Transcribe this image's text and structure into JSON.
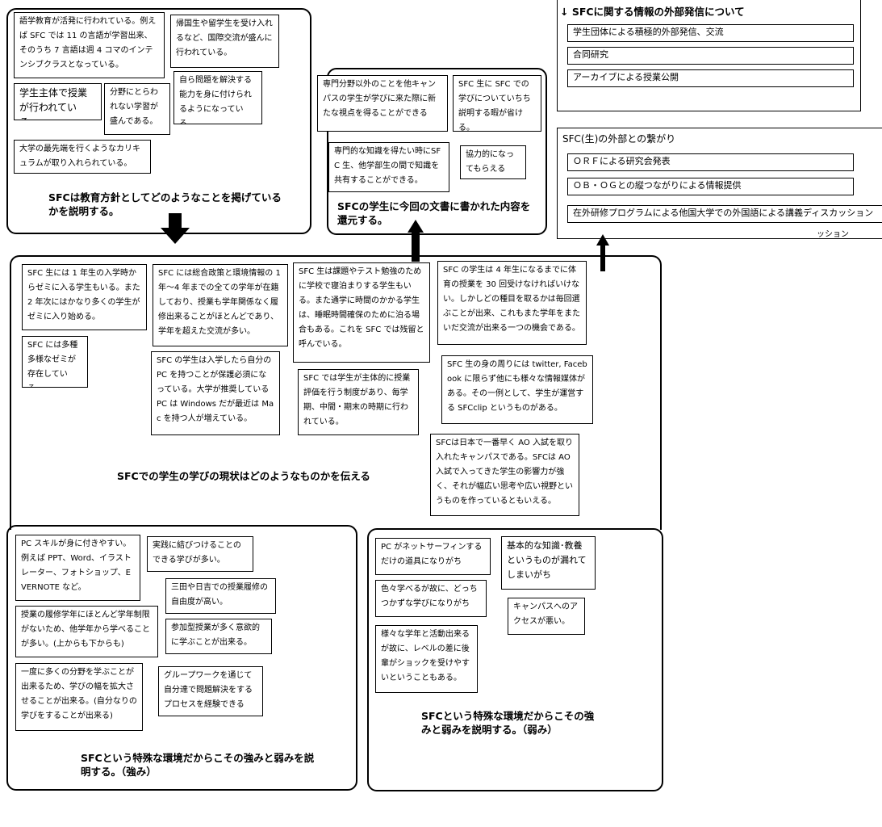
{
  "top_left": {
    "notes": [
      "語学教育が活発に行われている。例えば SFC では 11 の言語が学習出来、そのうち 7 言語は週 4 コマのインテンシブクラスとなっている。",
      "帰国生や留学生を受け入れるなど、国際交流が盛んに行われている。",
      "学生主体で授業が行われている。",
      "分野にとらわれない学習が盛んである。",
      "自ら問題を解決する能力を身に付けられるようになっている。",
      "大学の最先端を行くようなカリキュラムが取り入れられている。"
    ],
    "caption": "SFCは教育方針としてどのようなことを掲げているかを説明する。"
  },
  "top_mid": {
    "notes": [
      "専門分野以外のことを他キャンパスの学生が学びに来た際に新たな視点を得ることができる",
      "SFC 生に SFC での学びについていちち説明する暇が省ける。",
      "専門的な知識を得たい時にSFC 生、他学部生の間で知識を共有することができる。",
      "協力的になってもらえる"
    ],
    "caption": "SFCの学生に今回の文書に書かれた内容を還元する。"
  },
  "top_right_1": {
    "title": "SFCに関する情報の外部発信について",
    "items": [
      "学生団体による積極的外部発信、交流",
      "合同研究",
      "アーカイブによる授業公開"
    ]
  },
  "top_right_2": {
    "title": "SFC(生)の外部との繋がり",
    "items": [
      "ＯＲＦによる研究会発表",
      "ＯＢ・ＯＧとの縦つながりによる情報提供",
      "在外研修プログラムによる他国大学での外国語による講義ディスカッション"
    ],
    "overflow": "ッション"
  },
  "middle": {
    "notes": [
      "SFC 生には 1 年生の入学時からゼミに入る学生もいる。また 2 年次にはかなり多くの学生がゼミに入り始める。",
      "SFC には多種多様なゼミが存在している。",
      "SFC には総合政策と環境情報の 1 年～4 年までの全ての学年が在籍しており、授業も学年関係なく履修出来ることがほとんどであり、学年を超えた交流が多い。",
      "SFC の学生は入学したら自分の PC を持つことが保護必須になっている。大学が推奨している PC は Windows だが最近は Mac を持つ人が増えている。",
      "SFC 生は課題やテスト勉強のために学校で寝泊まりする学生もいる。また通学に時間のかかる学生は、睡眠時間確保のために泊る場合もある。これを SFC では残留と呼んでいる。",
      "SFC では学生が主体的に授業評価を行う制度があり、毎学期、中間・期末の時期に行われている。",
      "SFC の学生は 4 年生になるまでに体育の授業を 30 回受けなければいけない。しかしどの種目を取るかは毎回選ぶことが出来、これもまた学年をまたいだ交流が出来る一つの機会である。",
      "SFC 生の身の周りには twitter, Facebook に限らず他にも様々な情報媒体がある。その一例として、学生が運営する SFCclip というものがある。",
      "SFCは日本で一番早く AO 入試を取り入れたキャンパスである。SFCは AO 入試で入ってきた学生の影響力が強く、それが幅広い思考や広い視野というものを作っているともいえる。"
    ],
    "caption": "SFCでの学生の学びの現状はどのようなものかを伝える"
  },
  "bottom_left": {
    "notes": [
      "PC スキルが身に付きやすい。例えば PPT、Word、イラストレーター、フォトショップ、EVERNOTE など。",
      "実践に結びつけることのできる学びが多い。",
      "三田や日吉での授業履修の自由度が高い。",
      "授業の履修学年にほとんど学年制限がないため、他学年から学べることが多い。(上からも下からも)",
      "参加型授業が多く意欲的に学ぶことが出来る。",
      "一度に多くの分野を学ぶことが出来るため、学びの幅を拡大させることが出来る。(自分なりの学びをすることが出来る)",
      "グループワークを通じて自分達で問題解決をするプロセスを経験できる"
    ],
    "caption": "SFCという特殊な環境だからこその強みと弱みを説明する。（強み）"
  },
  "bottom_right": {
    "notes": [
      "PC がネットサーフィンするだけの道具になりがち",
      "基本的な知識･教養というものが漏れてしまいがち",
      "色々学べるが故に、どっちつかずな学びになりがち",
      "キャンパスへのアクセスが悪い。",
      "様々な学年と活動出来るが故に、レベルの差に後輩がショックを受けやすいということもある。"
    ],
    "caption": "SFCという特殊な環境だからこその強みと弱みを説明する。（弱み）"
  }
}
